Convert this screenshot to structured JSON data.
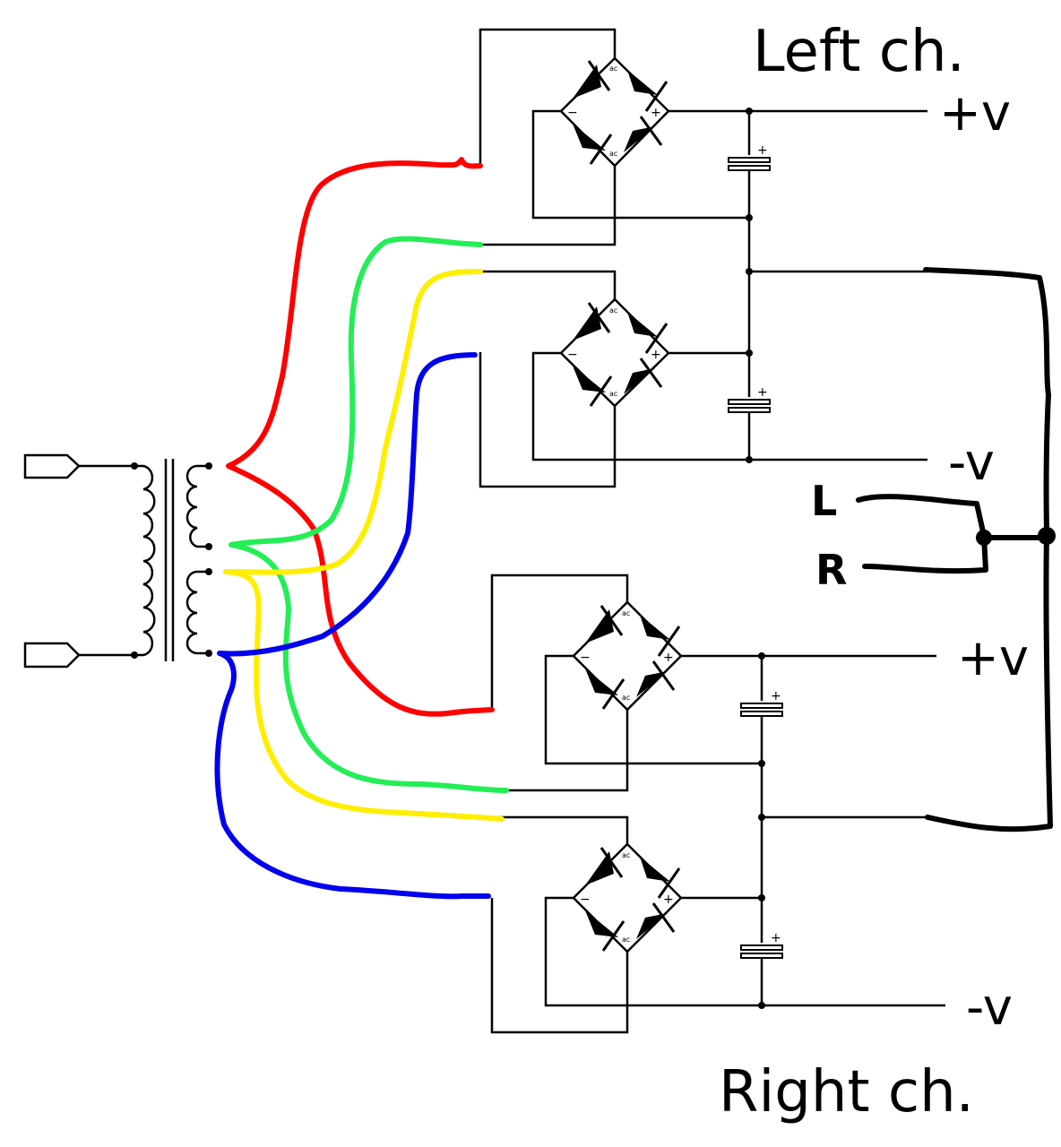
{
  "labels": {
    "left_channel": "Left ch.",
    "right_channel": "Right ch.",
    "plus_v": "+v",
    "minus_v": "-v",
    "l_input": "L",
    "r_input": "R"
  },
  "bridge": {
    "ac": "ac",
    "plus": "+",
    "minus": "−"
  },
  "cap_polarity": "+",
  "wire_colors": {
    "red": "#ff0000",
    "green": "#22ee55",
    "yellow": "#ffee00",
    "blue": "#0000ee",
    "ground": "#000000"
  }
}
